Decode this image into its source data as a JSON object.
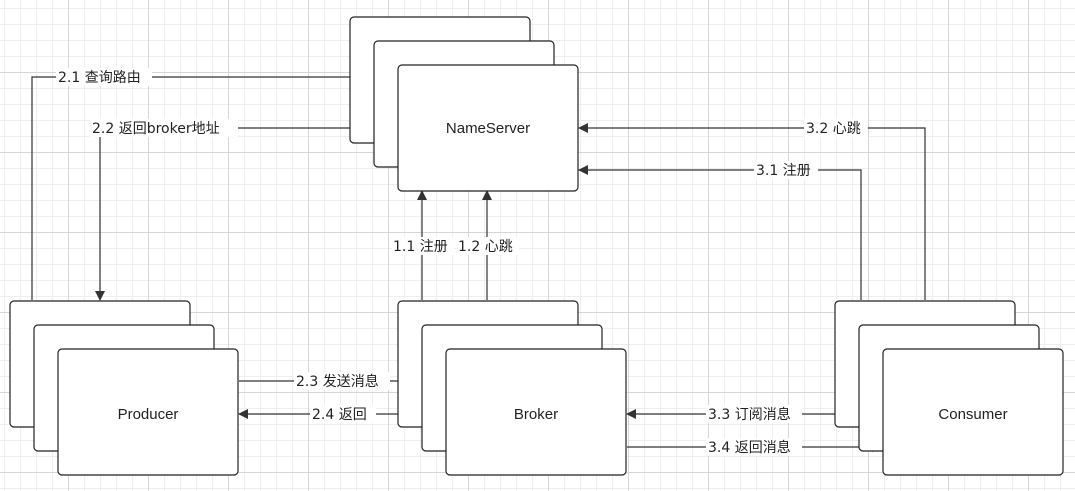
{
  "nodes": {
    "nameserver": "NameServer",
    "producer": "Producer",
    "broker": "Broker",
    "consumer": "Consumer"
  },
  "edges": {
    "query_route": "2.1 查询路由",
    "return_broker_addr": "2.2 返回broker地址",
    "send_message": "2.3 发送消息",
    "return": "2.4 返回",
    "broker_register": "1.1 注册",
    "broker_heartbeat": "1.2 心跳",
    "consumer_heartbeat": "3.2 心跳",
    "consumer_register": "3.1 注册",
    "subscribe_message": "3.3 订阅消息",
    "return_message": "3.4 返回消息"
  },
  "colors": {
    "stroke": "#222222",
    "grid_major": "#d6d6d6",
    "grid_minor": "#eeeeee",
    "background": "#ffffff"
  }
}
